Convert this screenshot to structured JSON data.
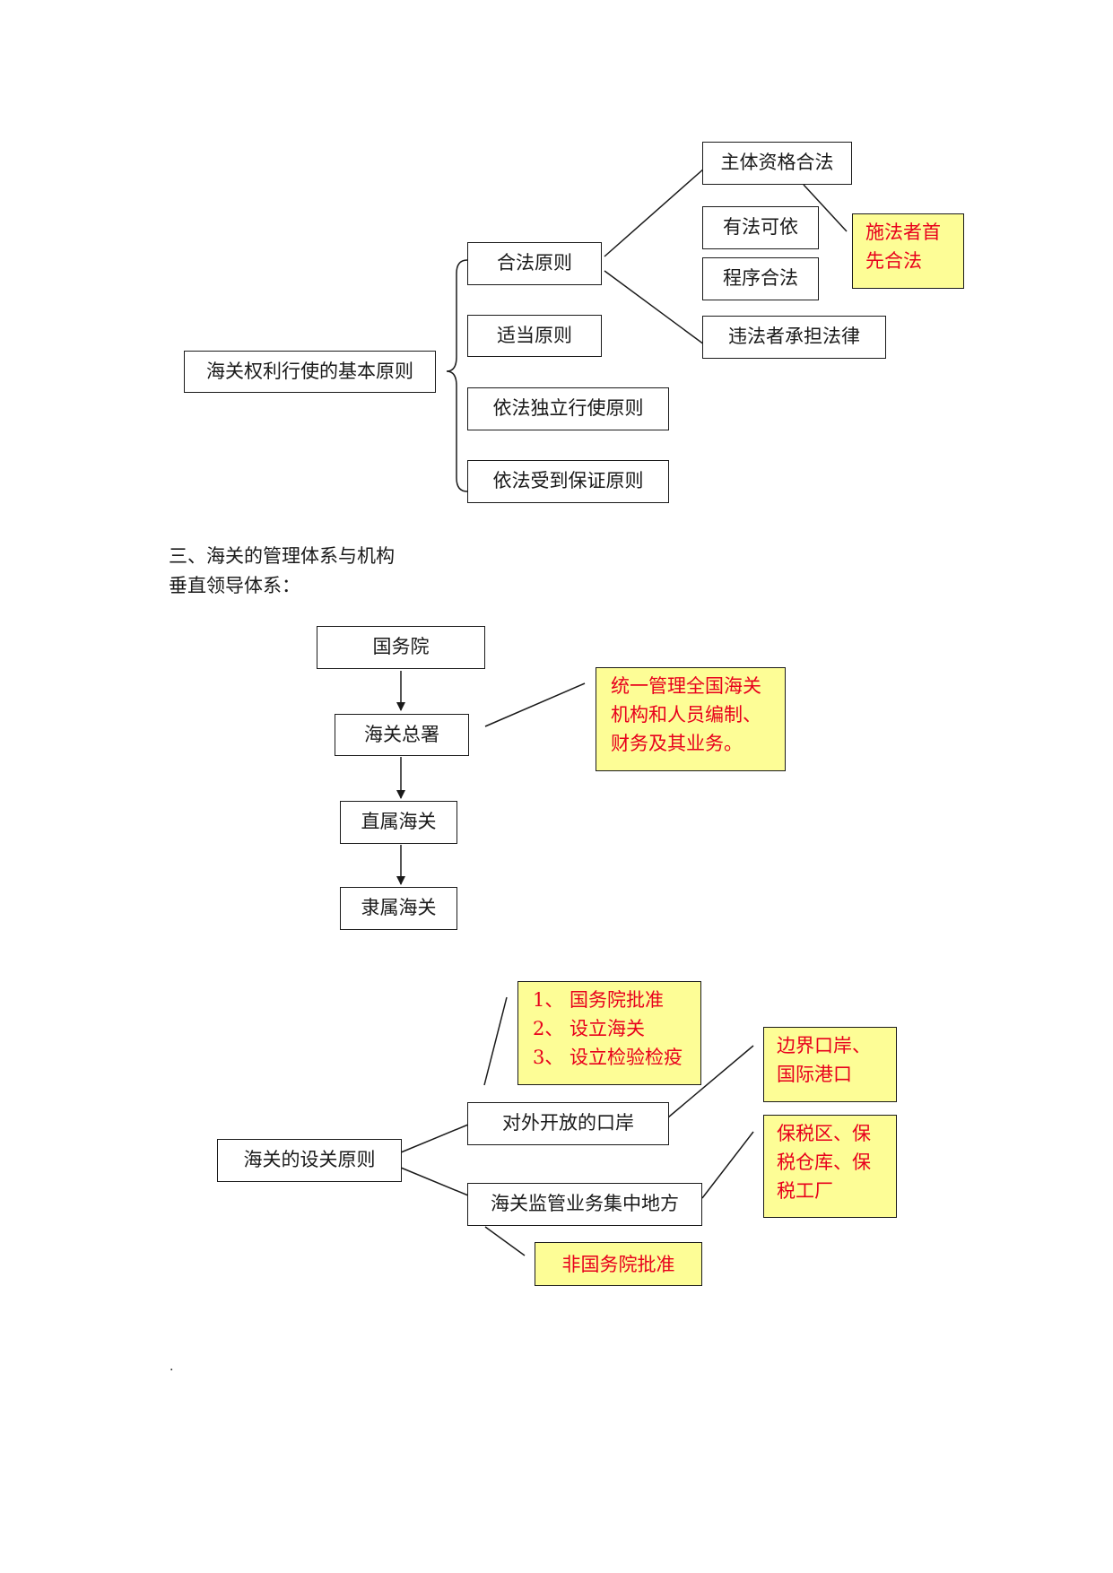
{
  "diagram1": {
    "root": "海关权利行使的基本原则",
    "legal": "合法原则",
    "appropriate": "适当原则",
    "independent": "依法独立行使原则",
    "guaranteed": "依法受到保证原则",
    "subject": "主体资格合法",
    "lawbasis": "有法可依",
    "procedure": "程序合法",
    "liability": "违法者承担法律",
    "note": [
      "施法者首",
      "先合法"
    ]
  },
  "section": {
    "title": "三、海关的管理体系与机构",
    "subtitle": "垂直领导体系："
  },
  "diagram2": {
    "council": "国务院",
    "gac": "海关总署",
    "direct": "直属海关",
    "subordinate": "隶属海关",
    "note": [
      "统一管理全国海关",
      "机构和人员编制、",
      "财务及其业务。"
    ]
  },
  "diagram3": {
    "root": "海关的设关原则",
    "ports": "对外开放的口岸",
    "concentrated": "海关监管业务集中地方",
    "note_steps": [
      "1、 国务院批准",
      "2、 设立海关",
      "3、 设立检验检疫"
    ],
    "note_border": [
      "边界口岸、",
      "国际港口"
    ],
    "note_bonded": [
      "保税区、保",
      "税仓库、保",
      "税工厂"
    ],
    "note_nonstate": "非国务院批准"
  },
  "footer_mark": "."
}
